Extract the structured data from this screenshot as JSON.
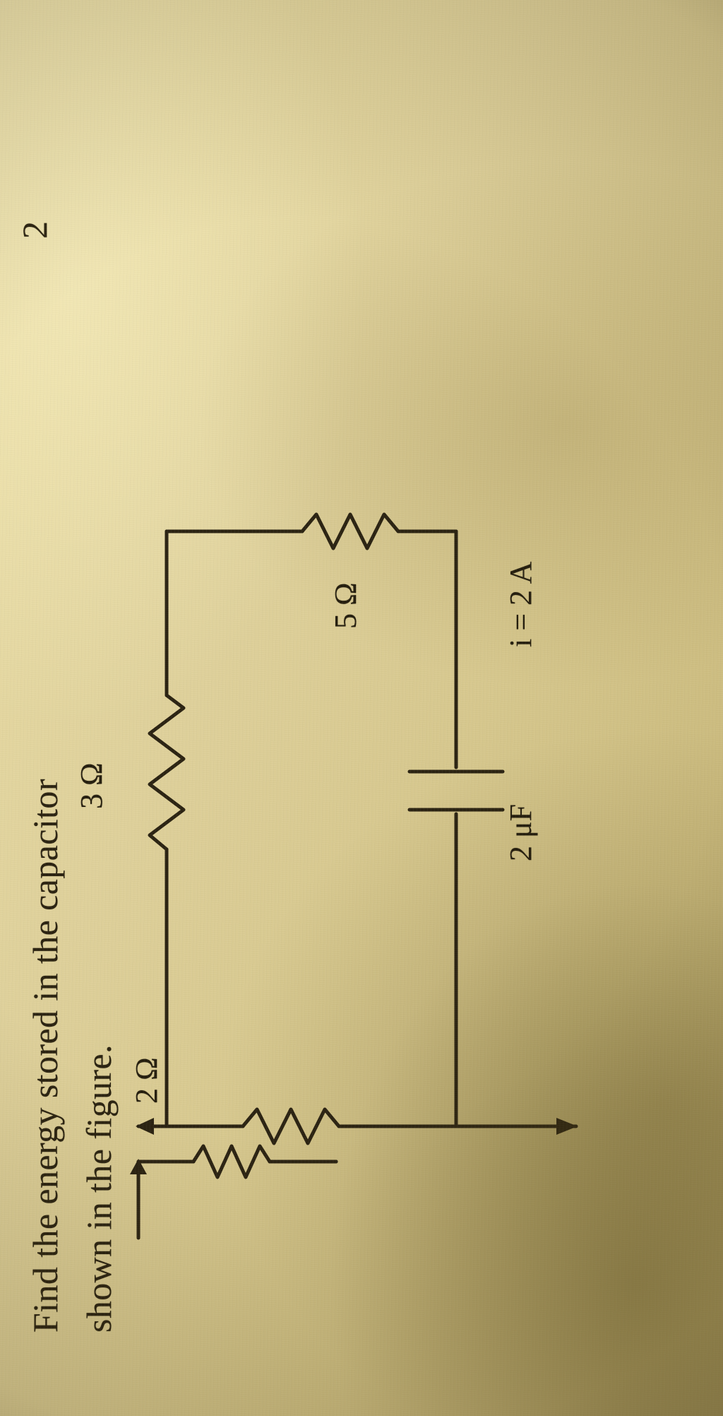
{
  "page": {
    "background_color": "#ded09a",
    "ink_color": "#241d0d",
    "question_number": "2"
  },
  "question": {
    "line1": "Find the energy stored in the capacitor",
    "line2": "shown in the figure."
  },
  "circuit": {
    "title": "resistor-capacitor network",
    "labels": {
      "r_top_left": "2 Ω",
      "r_top_right": "3 Ω",
      "r_bottom_right": "5 Ω",
      "capacitor": "2 μF",
      "current": "i = 2 A"
    },
    "components": [
      {
        "name": "resistor-2-ohm",
        "type": "resistor",
        "value": "2 Ω"
      },
      {
        "name": "resistor-3-ohm",
        "type": "resistor",
        "value": "3 Ω"
      },
      {
        "name": "resistor-5-ohm",
        "type": "resistor",
        "value": "5 Ω"
      },
      {
        "name": "capacitor-2-uf",
        "type": "capacitor",
        "value": "2 μF"
      },
      {
        "name": "current-source",
        "type": "current",
        "value": "i = 2 A"
      }
    ]
  }
}
